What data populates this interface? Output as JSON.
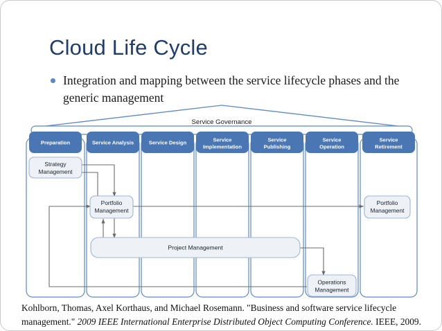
{
  "slide": {
    "title": "Cloud Life Cycle",
    "bullet": "Integration and mapping between the service lifecycle phases and the generic management"
  },
  "colors": {
    "title_navy": "#1f3d6b",
    "lane_header_blue": "#4a77b4",
    "lane_border_blue": "#5b8ac6",
    "node_fill": "#eef2f7",
    "node_border": "#9db6d4",
    "bullet_blue": "#5b87c4",
    "connector_gray": "#6b6b6b",
    "slide_border": "#c9c9c9"
  },
  "diagram": {
    "governance": {
      "label": "Service Governance",
      "shape": "roof-chevron"
    },
    "lanes": [
      {
        "id": "preparation",
        "label": "Preparation"
      },
      {
        "id": "service-analysis",
        "label": "Service Analysis"
      },
      {
        "id": "service-design",
        "label": "Service Design"
      },
      {
        "id": "service-implementation",
        "label": "Service Implementation"
      },
      {
        "id": "service-publishing",
        "label": "Service Publishing"
      },
      {
        "id": "service-operation",
        "label": "Service Operation"
      },
      {
        "id": "service-retirement",
        "label": "Service Retirement"
      }
    ],
    "nodes": [
      {
        "id": "strategy-management",
        "label": "Strategy Management",
        "lane": "preparation"
      },
      {
        "id": "portfolio-management-left",
        "label": "Portfolio Management",
        "lane": "service-analysis"
      },
      {
        "id": "project-management",
        "label": "Project Management",
        "lane": "spanning"
      },
      {
        "id": "operations-management",
        "label": "Operations Management",
        "lane": "service-operation"
      },
      {
        "id": "portfolio-management-right",
        "label": "Portfolio Management",
        "lane": "service-retirement"
      }
    ],
    "connectors": [
      {
        "from": "strategy-management",
        "to": "portfolio-management-left"
      },
      {
        "from": "portfolio-management-left",
        "to": "strategy-management"
      },
      {
        "from": "portfolio-management-left",
        "to": "project-management"
      },
      {
        "from": "project-management",
        "to": "portfolio-management-left"
      },
      {
        "from": "portfolio-management-left",
        "to": "portfolio-management-right"
      },
      {
        "from": "project-management",
        "to": "operations-management"
      },
      {
        "from": "operations-management",
        "to": "portfolio-management-left"
      }
    ]
  },
  "citation": {
    "part1": "Kohlborn, Thomas, Axel Korthaus, and Michael Rosemann. \"Business and software service lifecycle management.\" ",
    "part2": "2009 IEEE International Enterprise Distributed Object Computing Conference.",
    "part3": " IEEE, 2009."
  }
}
